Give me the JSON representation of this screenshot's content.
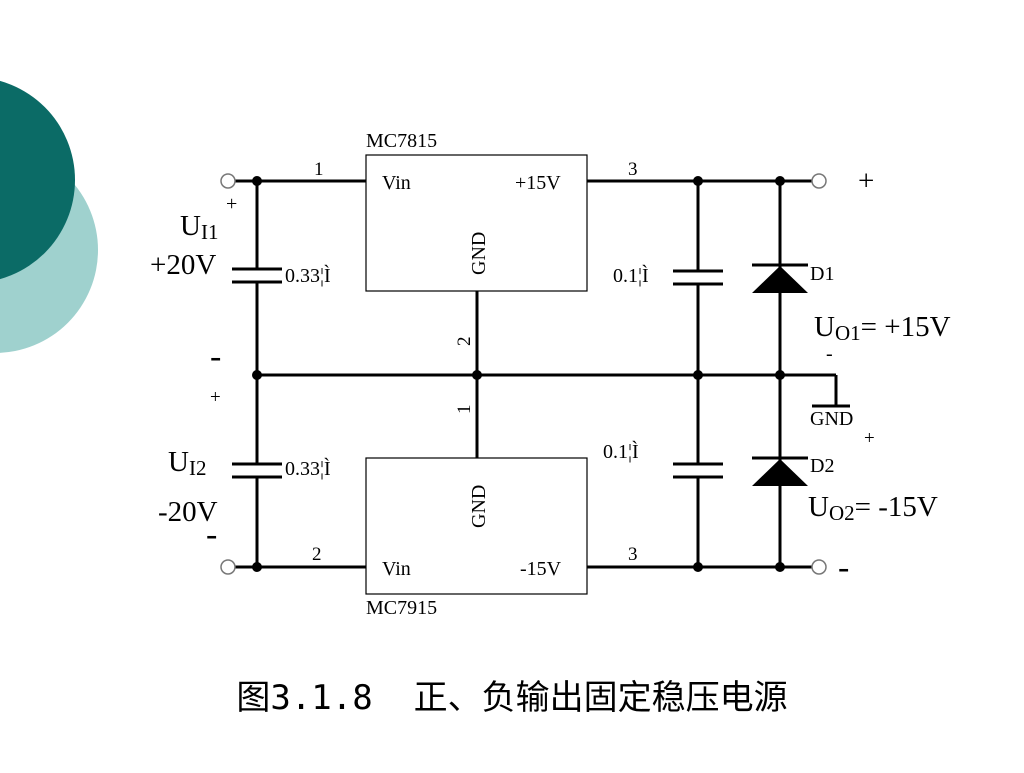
{
  "colors": {
    "circle_dark": "#0b6b66",
    "circle_light": "#9fd1ce",
    "wire": "#000000"
  },
  "regulators": {
    "top": {
      "name": "MC7815",
      "pin_in": "Vin",
      "pin_out": "+15V",
      "pin_gnd": "GND",
      "pin_in_num": "1",
      "pin_out_num": "3",
      "pin_gnd_num": "2"
    },
    "bottom": {
      "name": "MC7915",
      "pin_in": "Vin",
      "pin_out": "-15V",
      "pin_gnd": "GND",
      "pin_in_num": "2",
      "pin_out_num": "3",
      "pin_gnd_num": "1"
    }
  },
  "inputs": {
    "top": {
      "label_main": "U",
      "label_sub": "I1",
      "voltage": "+20V",
      "plus": "+",
      "minus": "-"
    },
    "bottom": {
      "label_main": "U",
      "label_sub": "I2",
      "voltage": "-20V",
      "plus": "+",
      "minus": "-"
    }
  },
  "capacitors": {
    "c_in_top": "0.33¦Ì",
    "c_in_bottom": "0.33¦Ì",
    "c_out_top": "0.1¦Ì",
    "c_out_bottom": "0.1¦Ì"
  },
  "diodes": {
    "d1": "D1",
    "d2": "D2"
  },
  "outputs": {
    "top": {
      "label_main": "U",
      "label_sub": "O1",
      "value": "= +15V",
      "plus": "+",
      "minus": "-"
    },
    "bottom": {
      "label_main": "U",
      "label_sub": "O2",
      "value": "= -15V",
      "plus": "+",
      "minus": "-"
    },
    "gnd": "GND"
  },
  "caption": "图3.1.8  正、负输出固定稳压电源"
}
